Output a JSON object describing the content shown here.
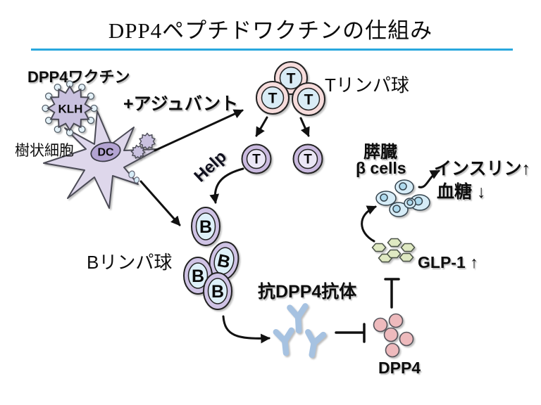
{
  "title": "DPP4ペプチドワクチンの仕組み",
  "labels": {
    "vaccine": "DPP4ワクチン",
    "klh": "KLH",
    "adjuvant": "+アジュバント",
    "dendritic_cell": "樹状細胞",
    "dc": "DC",
    "t_lymphocyte": "Tリンパ球",
    "t": "T",
    "help": "Help",
    "b_lymphocyte": "Bリンパ球",
    "b": "B",
    "anti_dpp4_antibody": "抗DPP4抗体",
    "pancreas": "膵臓",
    "beta_cells": "β cells",
    "insulin_up": "インスリン↑",
    "blood_sugar_down": "血糖 ↓",
    "glp1_up": "GLP-1 ↑",
    "dpp4": "DPP4"
  },
  "colors": {
    "accent_line": "#29A8DD",
    "klh_fill": "#c9c1df",
    "gear_fill": "#c9c1df",
    "dc_fill": "#ded7eb",
    "dc_nucleus": "#b3a3d2",
    "t_naive_ring": "#f6dcdc",
    "t_naive_inner": "#d9ecf6",
    "t_act_ring": "#cabadf",
    "t_act_inner": "#ebe7f6",
    "b_ring": "#cfc3e5",
    "b_inner": "#def0f9",
    "antibody_blue": "#a6c2e1",
    "dpp4_pink": "#eebabd",
    "glp1_green": "#dfe9c2",
    "beta_cell_fill": "#d6ecf7",
    "beta_nucleus": "#aedaee",
    "arrow": "#111111"
  }
}
